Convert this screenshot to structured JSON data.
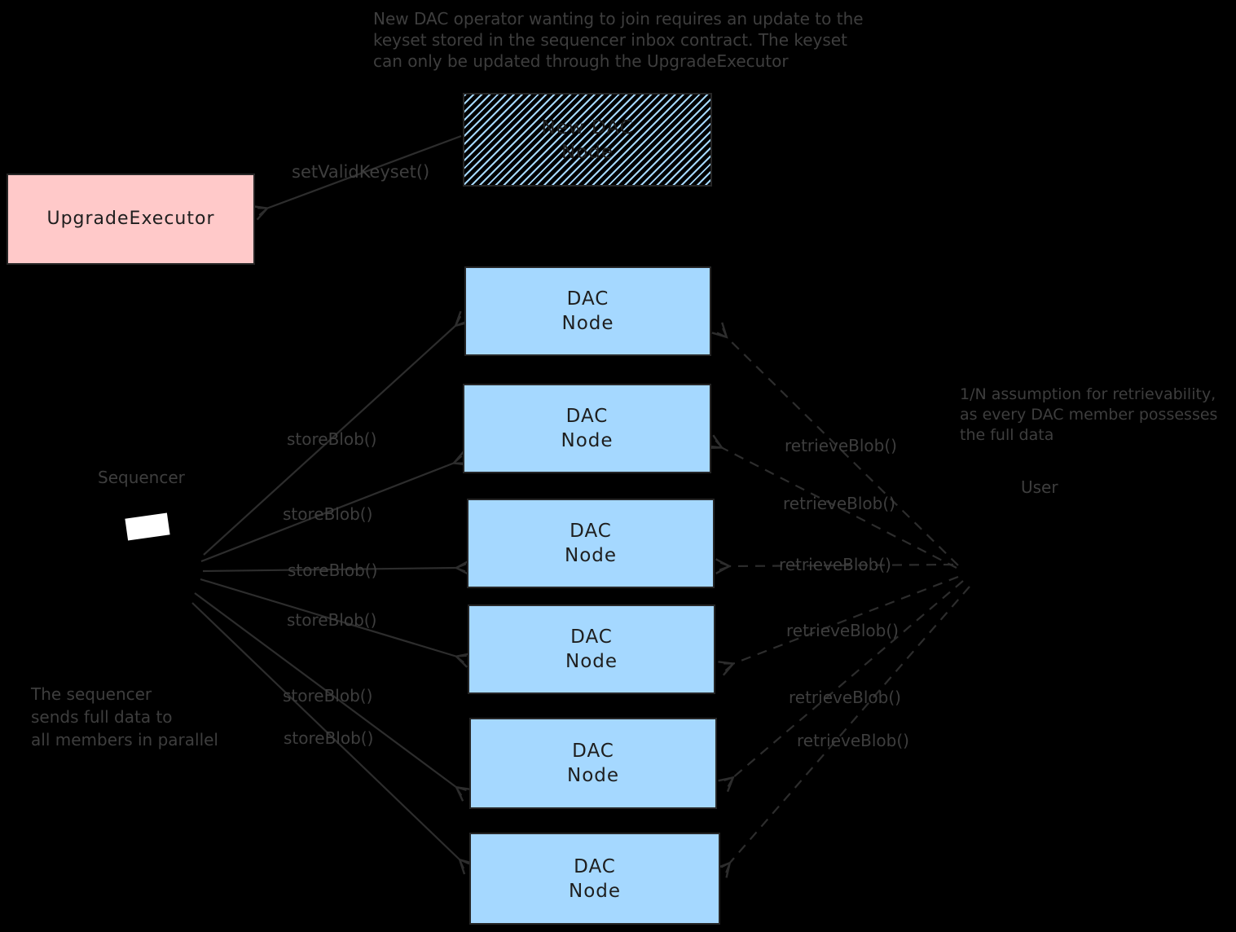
{
  "colors": {
    "background": "#000000",
    "node_fill": "#a5d8ff",
    "executor_fill": "#ffc9c9",
    "box_stroke": "#262626",
    "box_text": "#1e1e1e",
    "label_text": "#3e3e3e",
    "arrow": "#2d2d2d",
    "screen": "#ffffff"
  },
  "notes": {
    "top": [
      "New DAC operator wanting to join requires an update to the",
      "keyset stored in the sequencer inbox contract. The keyset",
      "can only be updated through the UpgradeExecutor"
    ],
    "right": [
      "1/N assumption for retrievability,",
      "as every DAC member possesses",
      "the full data"
    ],
    "bottom_left": [
      "The sequencer",
      "sends full data to",
      "all members in parallel"
    ]
  },
  "boxes": {
    "new_dac_node": {
      "line1": "New DAC",
      "line2": "Node"
    },
    "upgrade_executor": {
      "label": "UpgradeExecutor"
    },
    "dac_nodes": [
      {
        "line1": "DAC",
        "line2": "Node"
      },
      {
        "line1": "DAC",
        "line2": "Node"
      },
      {
        "line1": "DAC",
        "line2": "Node"
      },
      {
        "line1": "DAC",
        "line2": "Node"
      },
      {
        "line1": "DAC",
        "line2": "Node"
      },
      {
        "line1": "DAC",
        "line2": "Node"
      }
    ]
  },
  "actors": {
    "sequencer": "Sequencer",
    "user": "User"
  },
  "edges": {
    "set_valid_keyset": "setValidKeyset()",
    "store_blob": [
      "storeBlob()",
      "storeBlob()",
      "storeBlob()",
      "storeBlob()",
      "storeBlob()",
      "storeBlob()"
    ],
    "retrieve_blob": [
      "retrieveBlob()",
      "retrieveBlob()",
      "retrieveBlob()",
      "retrieveBlob()",
      "retrieveBlob()",
      "retrieveBlob()"
    ]
  }
}
